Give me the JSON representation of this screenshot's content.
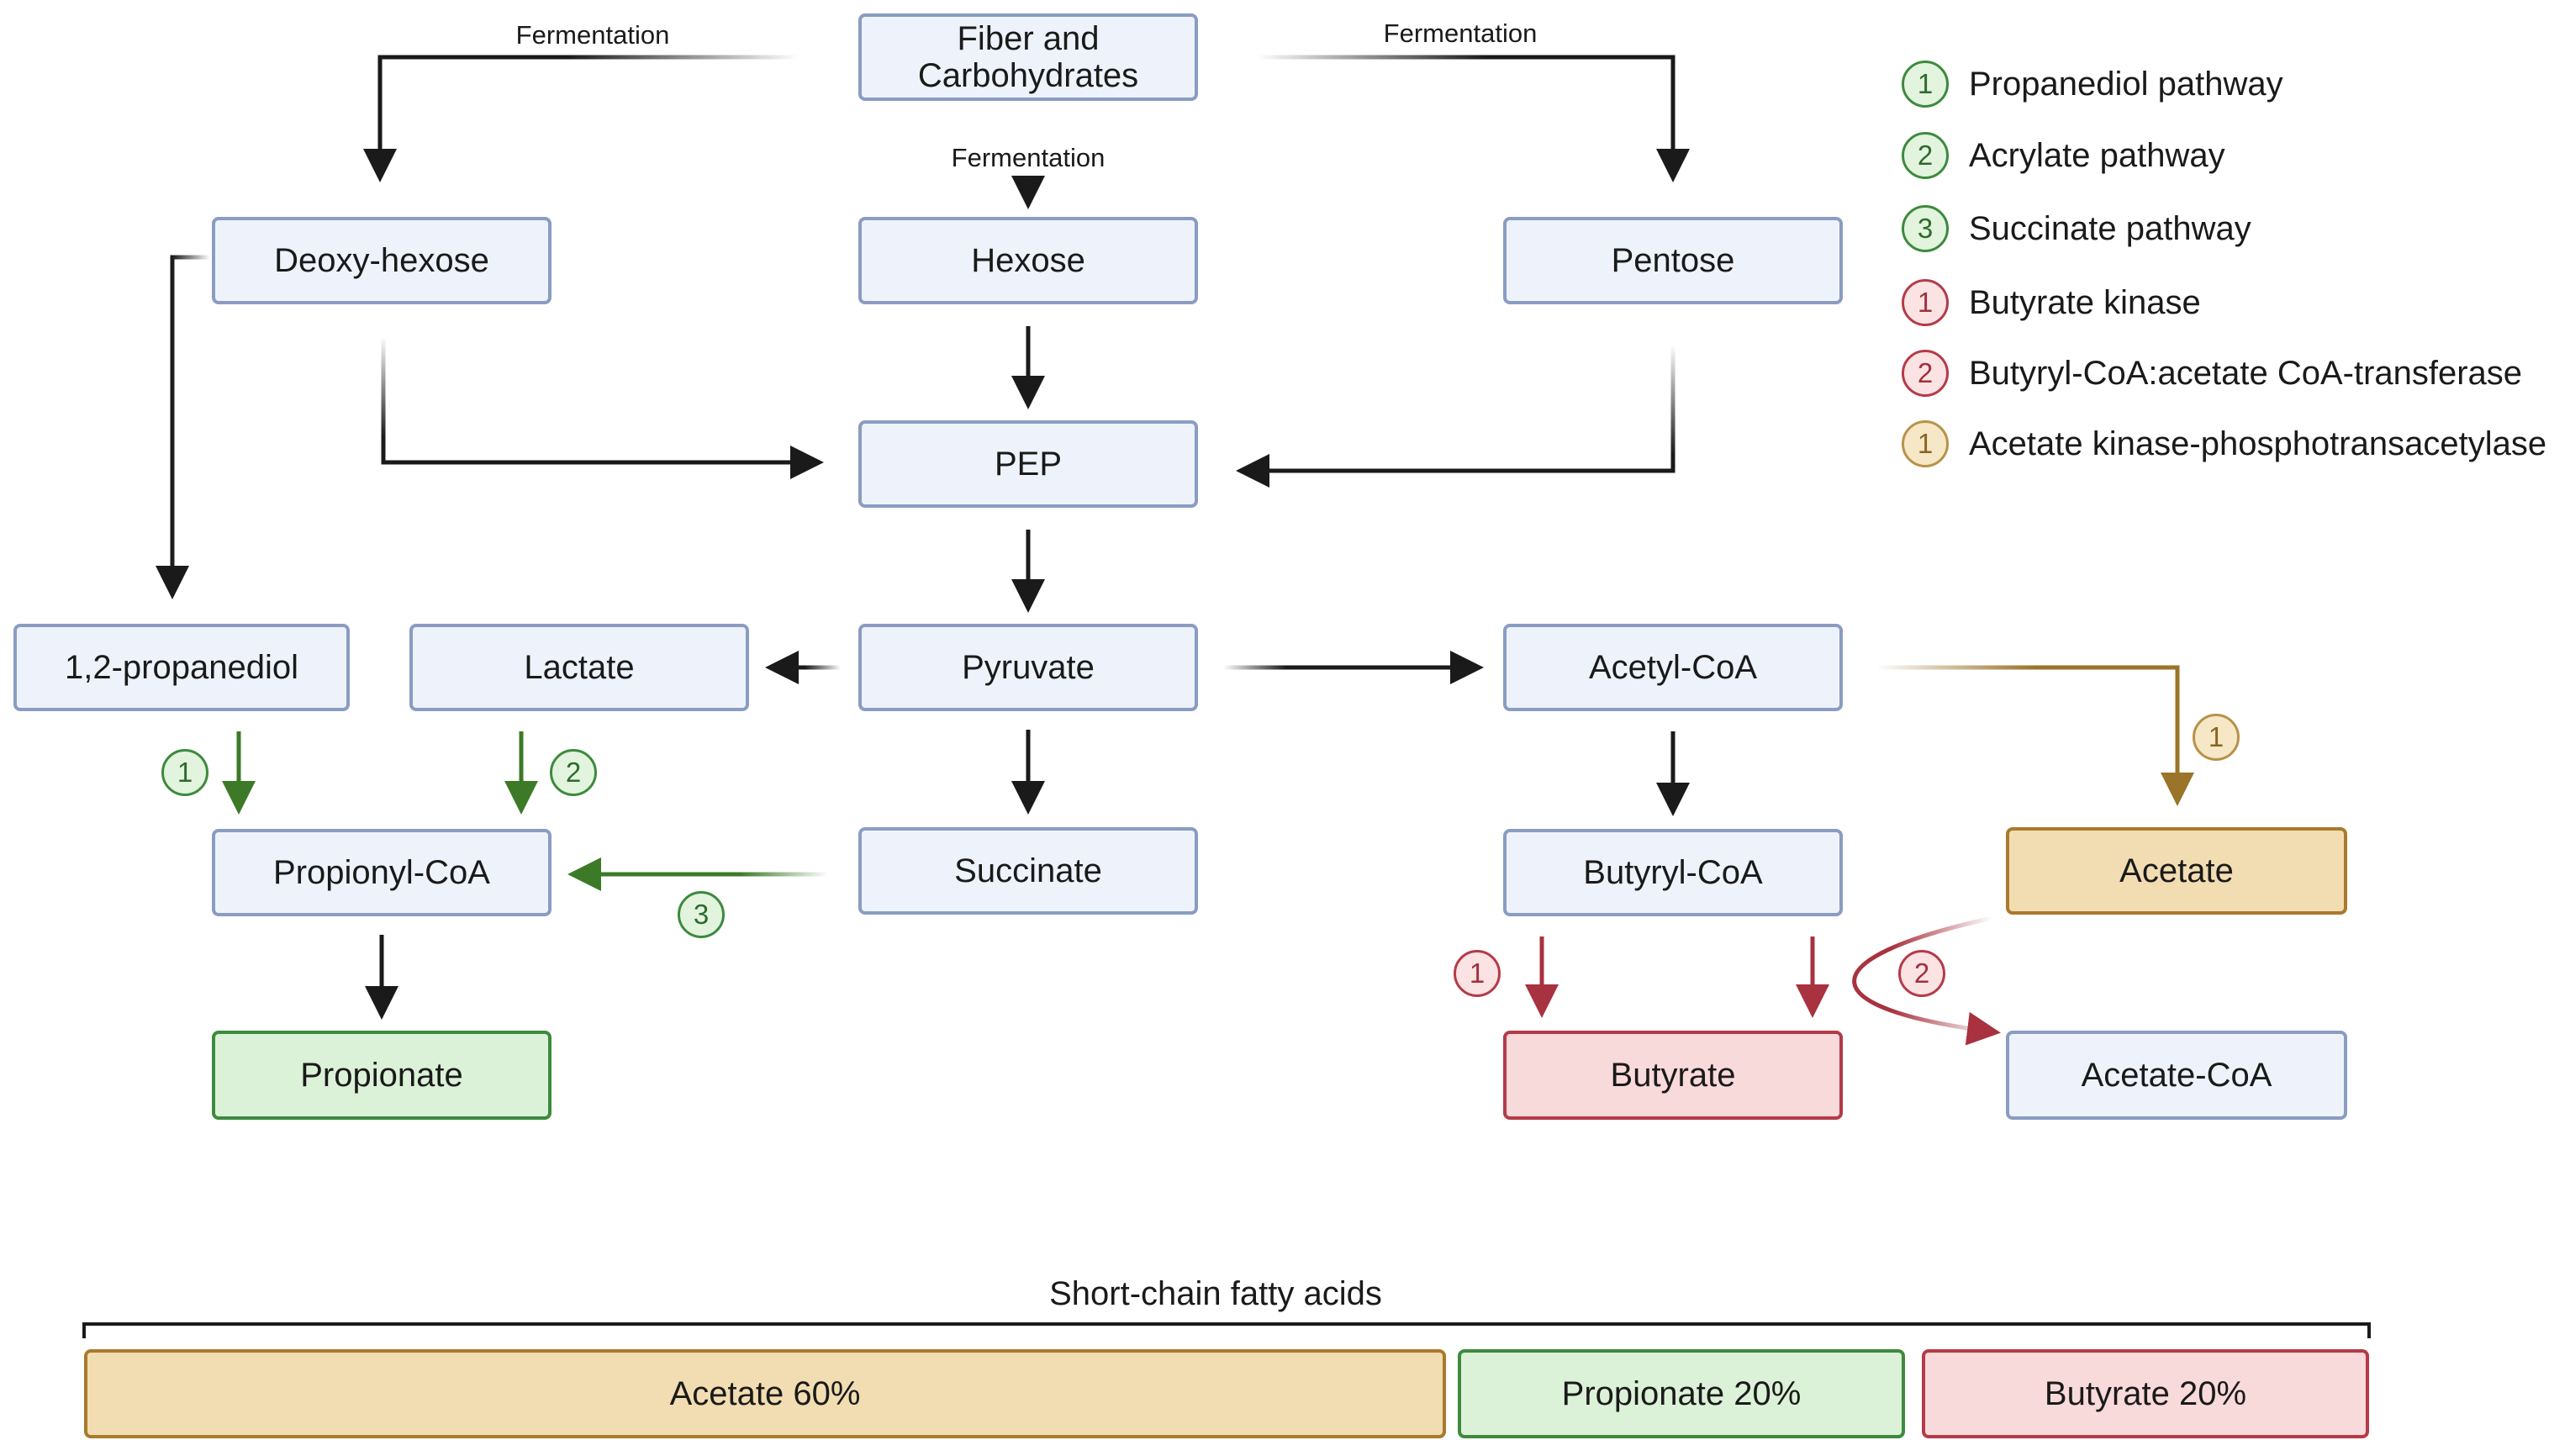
{
  "nodes": {
    "fiber": "Fiber and\nCarbohydrates",
    "deoxy_hexose": "Deoxy-hexose",
    "hexose": "Hexose",
    "pentose": "Pentose",
    "pep": "PEP",
    "propanediol": "1,2-propanediol",
    "lactate": "Lactate",
    "pyruvate": "Pyruvate",
    "acetyl_coa": "Acetyl-CoA",
    "propionyl_coa": "Propionyl-CoA",
    "succinate": "Succinate",
    "butyryl_coa": "Butyryl-CoA",
    "acetate": "Acetate",
    "propionate": "Propionate",
    "butyrate": "Butyrate",
    "acetate_coa": "Acetate-CoA"
  },
  "edge_labels": {
    "fermentation_left": "Fermentation",
    "fermentation_center": "Fermentation",
    "fermentation_right": "Fermentation"
  },
  "badges": {
    "propanediol": "1",
    "acrylate": "2",
    "succinate": "3",
    "acetate_kinase": "1",
    "butyrate_kinase": "1",
    "butyryl_transferase": "2"
  },
  "legend": [
    {
      "num": "1",
      "color": "green",
      "text": "Propanediol pathway"
    },
    {
      "num": "2",
      "color": "green",
      "text": "Acrylate pathway"
    },
    {
      "num": "3",
      "color": "green",
      "text": "Succinate pathway"
    },
    {
      "num": "1",
      "color": "red",
      "text": "Butyrate kinase"
    },
    {
      "num": "2",
      "color": "red",
      "text": "Butyryl-CoA:acetate CoA-transferase"
    },
    {
      "num": "1",
      "color": "gold",
      "text": "Acetate kinase-phosphotransacetylase"
    }
  ],
  "scfa": {
    "title": "Short-chain fatty acids",
    "bars": [
      {
        "label": "Acetate 60%",
        "percent": 60
      },
      {
        "label": "Propionate 20%",
        "percent": 20
      },
      {
        "label": "Butyrate 20%",
        "percent": 20
      }
    ]
  },
  "colors": {
    "green_pathway": "#3d7a28",
    "red_pathway": "#a8323f",
    "gold_pathway": "#9a7428",
    "node_border": "#8a9cc2",
    "node_fill": "#eef3fb"
  }
}
